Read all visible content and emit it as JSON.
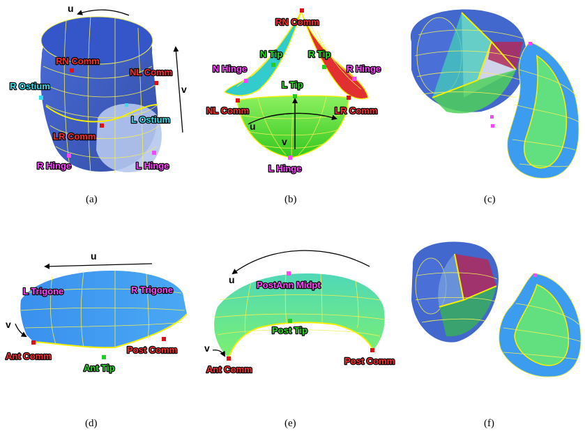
{
  "panels": {
    "a": {
      "caption": "(a)",
      "axis_u": "u",
      "axis_v": "v",
      "labels": {
        "rn_comm": "RN Comm",
        "nl_comm": "NL Comm",
        "r_ostium": "R Ostium",
        "l_ostium": "L Ostium",
        "lr_comm": "LR Comm",
        "r_hinge": "R Hinge",
        "l_hinge": "L Hinge"
      }
    },
    "b": {
      "caption": "(b)",
      "axis_u": "u",
      "axis_v": "v",
      "labels": {
        "rn_comm": "RN Comm",
        "n_tip": "N Tip",
        "r_tip": "R Tip",
        "n_hinge": "N Hinge",
        "r_hinge": "R Hinge",
        "l_tip": "L Tip",
        "nl_comm": "NL Comm",
        "lr_comm": "LR Comm",
        "l_hinge": "L Hinge"
      }
    },
    "c": {
      "caption": "(c)"
    },
    "d": {
      "caption": "(d)",
      "axis_u": "u",
      "axis_v": "v",
      "labels": {
        "l_trigone": "L Trigone",
        "r_trigone": "R Trigone",
        "ant_comm": "Ant Comm",
        "post_comm": "Post Comm",
        "ant_tip": "Ant Tip"
      }
    },
    "e": {
      "caption": "(e)",
      "axis_u": "u",
      "axis_v": "v",
      "labels": {
        "postann_midpt": "PostAnn Midpt",
        "post_tip": "Post Tip",
        "ant_comm": "Ant Comm",
        "post_comm": "Post Comm"
      }
    },
    "f": {
      "caption": "(f)"
    }
  },
  "colors": {
    "aortic_blue": "#2e56c8",
    "leaflet_cyan": "#33cccc",
    "leaflet_red": "#e23030",
    "leaflet_green": "#44dd33",
    "mitral_blue": "#3b9cf0",
    "mitral_green": "#55e07a",
    "grid_yellow": "#f2ee55"
  }
}
